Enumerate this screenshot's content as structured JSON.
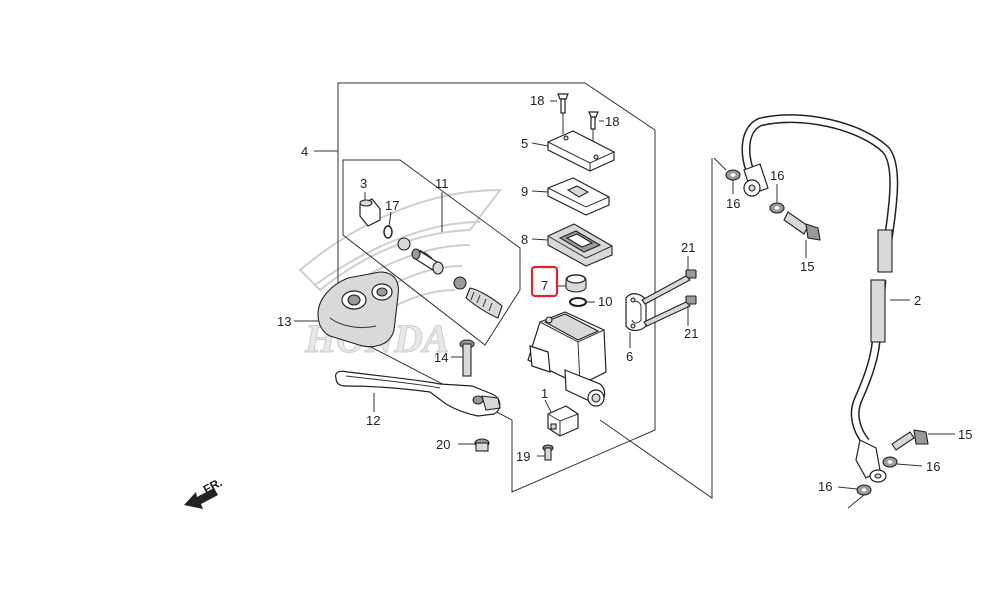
{
  "watermark": {
    "brand": "HONDA"
  },
  "direction_label": "FR.",
  "highlighted_part": "7",
  "callouts": {
    "p1": "1",
    "p2": "2",
    "p3": "3",
    "p4": "4",
    "p5": "5",
    "p6": "6",
    "p7": "7",
    "p8": "8",
    "p9": "9",
    "p10": "10",
    "p11": "11",
    "p12": "12",
    "p13": "13",
    "p14": "14",
    "p15a": "15",
    "p15b": "15",
    "p16a": "16",
    "p16b": "16",
    "p16c": "16",
    "p16d": "16",
    "p17": "17",
    "p18a": "18",
    "p18b": "18",
    "p19": "19",
    "p20": "20",
    "p21a": "21",
    "p21b": "21"
  },
  "colors": {
    "highlight": "#e0262a",
    "line": "#333333",
    "watermark": "#c9c9c9"
  }
}
